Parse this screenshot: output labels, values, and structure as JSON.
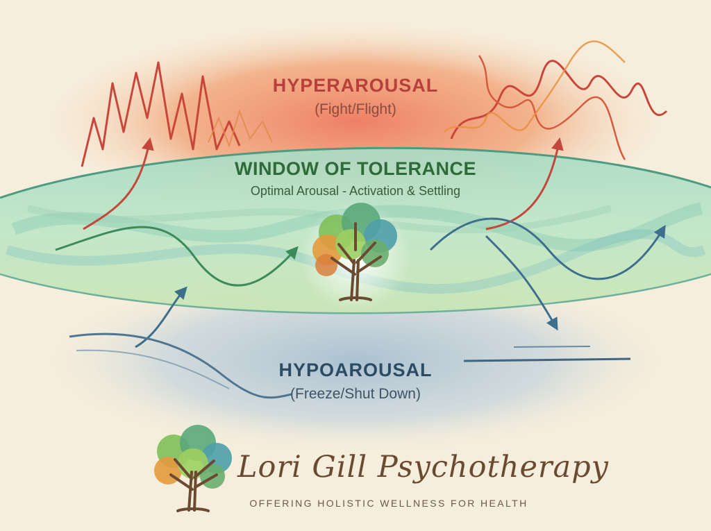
{
  "diagram": {
    "hyperarousal": {
      "title": "HYPERAROUSAL",
      "subtitle": "(Fight/Flight)"
    },
    "window": {
      "title": "WINDOW OF TOLERANCE",
      "subtitle": "Optimal Arousal - Activation & Settling"
    },
    "hypoarousal": {
      "title": "HYPOAROUSAL",
      "subtitle": "(Freeze/Shut Down)"
    },
    "icons": {
      "center": "tree-brain-icon",
      "logo": "tree-brain-logo-icon"
    },
    "colors": {
      "background": "#f6eedc",
      "hyperarousal": "#d9483e",
      "window": "#8fd0ae",
      "window_border": "#4f9a82",
      "hypoarousal": "#9fb8cc",
      "arrow_green": "#3d8a5a",
      "arrow_blue": "#3d6f8c",
      "arrow_red": "#c3473c"
    }
  },
  "brand": {
    "name": "Lori Gill Psychotherapy",
    "tagline": "OFFERING HOLISTIC WELLNESS FOR HEALTH"
  }
}
